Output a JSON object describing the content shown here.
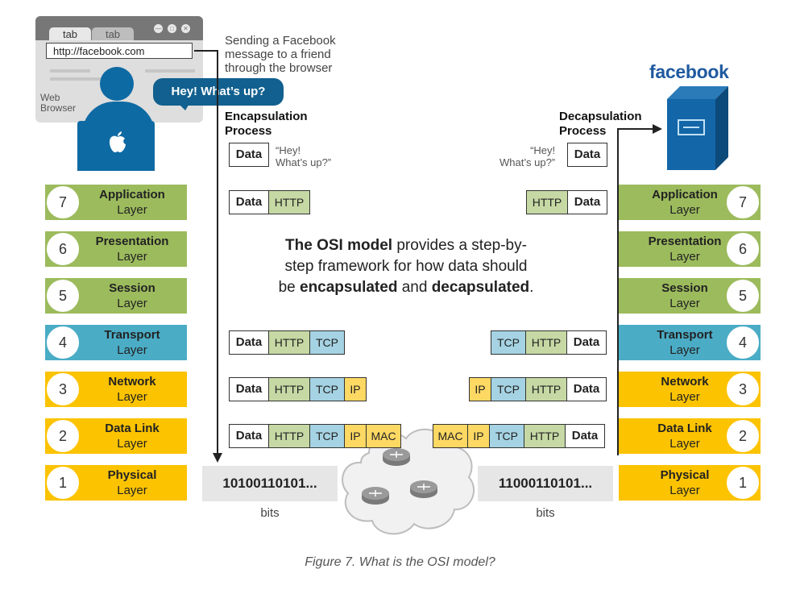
{
  "browser": {
    "tab_active": "tab",
    "tab_inactive": "tab",
    "url": "http://facebook.com",
    "label_line1": "Web",
    "label_line2": "Browser",
    "speech_bubble": "Hey! What’s up?"
  },
  "caption_top": {
    "line1": "Sending a Facebook",
    "line2": "message to a friend",
    "line3": "through the browser"
  },
  "encapsulation": {
    "title_line1": "Encapsulation",
    "title_line2": "Process",
    "quote_line1": "“Hey!",
    "quote_line2": "What’s up?”"
  },
  "decapsulation": {
    "title_line1": "Decapsulation",
    "title_line2": "Process",
    "quote_line1": "“Hey!",
    "quote_line2": "What’s up?”"
  },
  "server_brand": "facebook",
  "packet_labels": {
    "data": "Data",
    "http": "HTTP",
    "tcp": "TCP",
    "ip": "IP",
    "mac": "MAC"
  },
  "layers": [
    {
      "number": "7",
      "name": "Application",
      "suffix": "Layer",
      "color": "#9cbb5d"
    },
    {
      "number": "6",
      "name": "Presentation",
      "suffix": "Layer",
      "color": "#9cbb5d"
    },
    {
      "number": "5",
      "name": "Session",
      "suffix": "Layer",
      "color": "#9cbb5d"
    },
    {
      "number": "4",
      "name": "Transport",
      "suffix": "Layer",
      "color": "#4bacc6"
    },
    {
      "number": "3",
      "name": "Network",
      "suffix": "Layer",
      "color": "#fcc300"
    },
    {
      "number": "2",
      "name": "Data Link",
      "suffix": "Layer",
      "color": "#fcc300"
    },
    {
      "number": "1",
      "name": "Physical",
      "suffix": "Layer",
      "color": "#fcc300"
    }
  ],
  "center_text": {
    "bold1": "The OSI model",
    "part1": " provides a step-by-step framework for how data should be ",
    "bold2": "encapsulated",
    "part2": " and ",
    "bold3": "decapsulated",
    "part3": "."
  },
  "bits": {
    "left_value": "10100110101...",
    "right_value": "11000110101...",
    "label": "bits"
  },
  "figure_caption": "Figure 7. What is the OSI model?"
}
